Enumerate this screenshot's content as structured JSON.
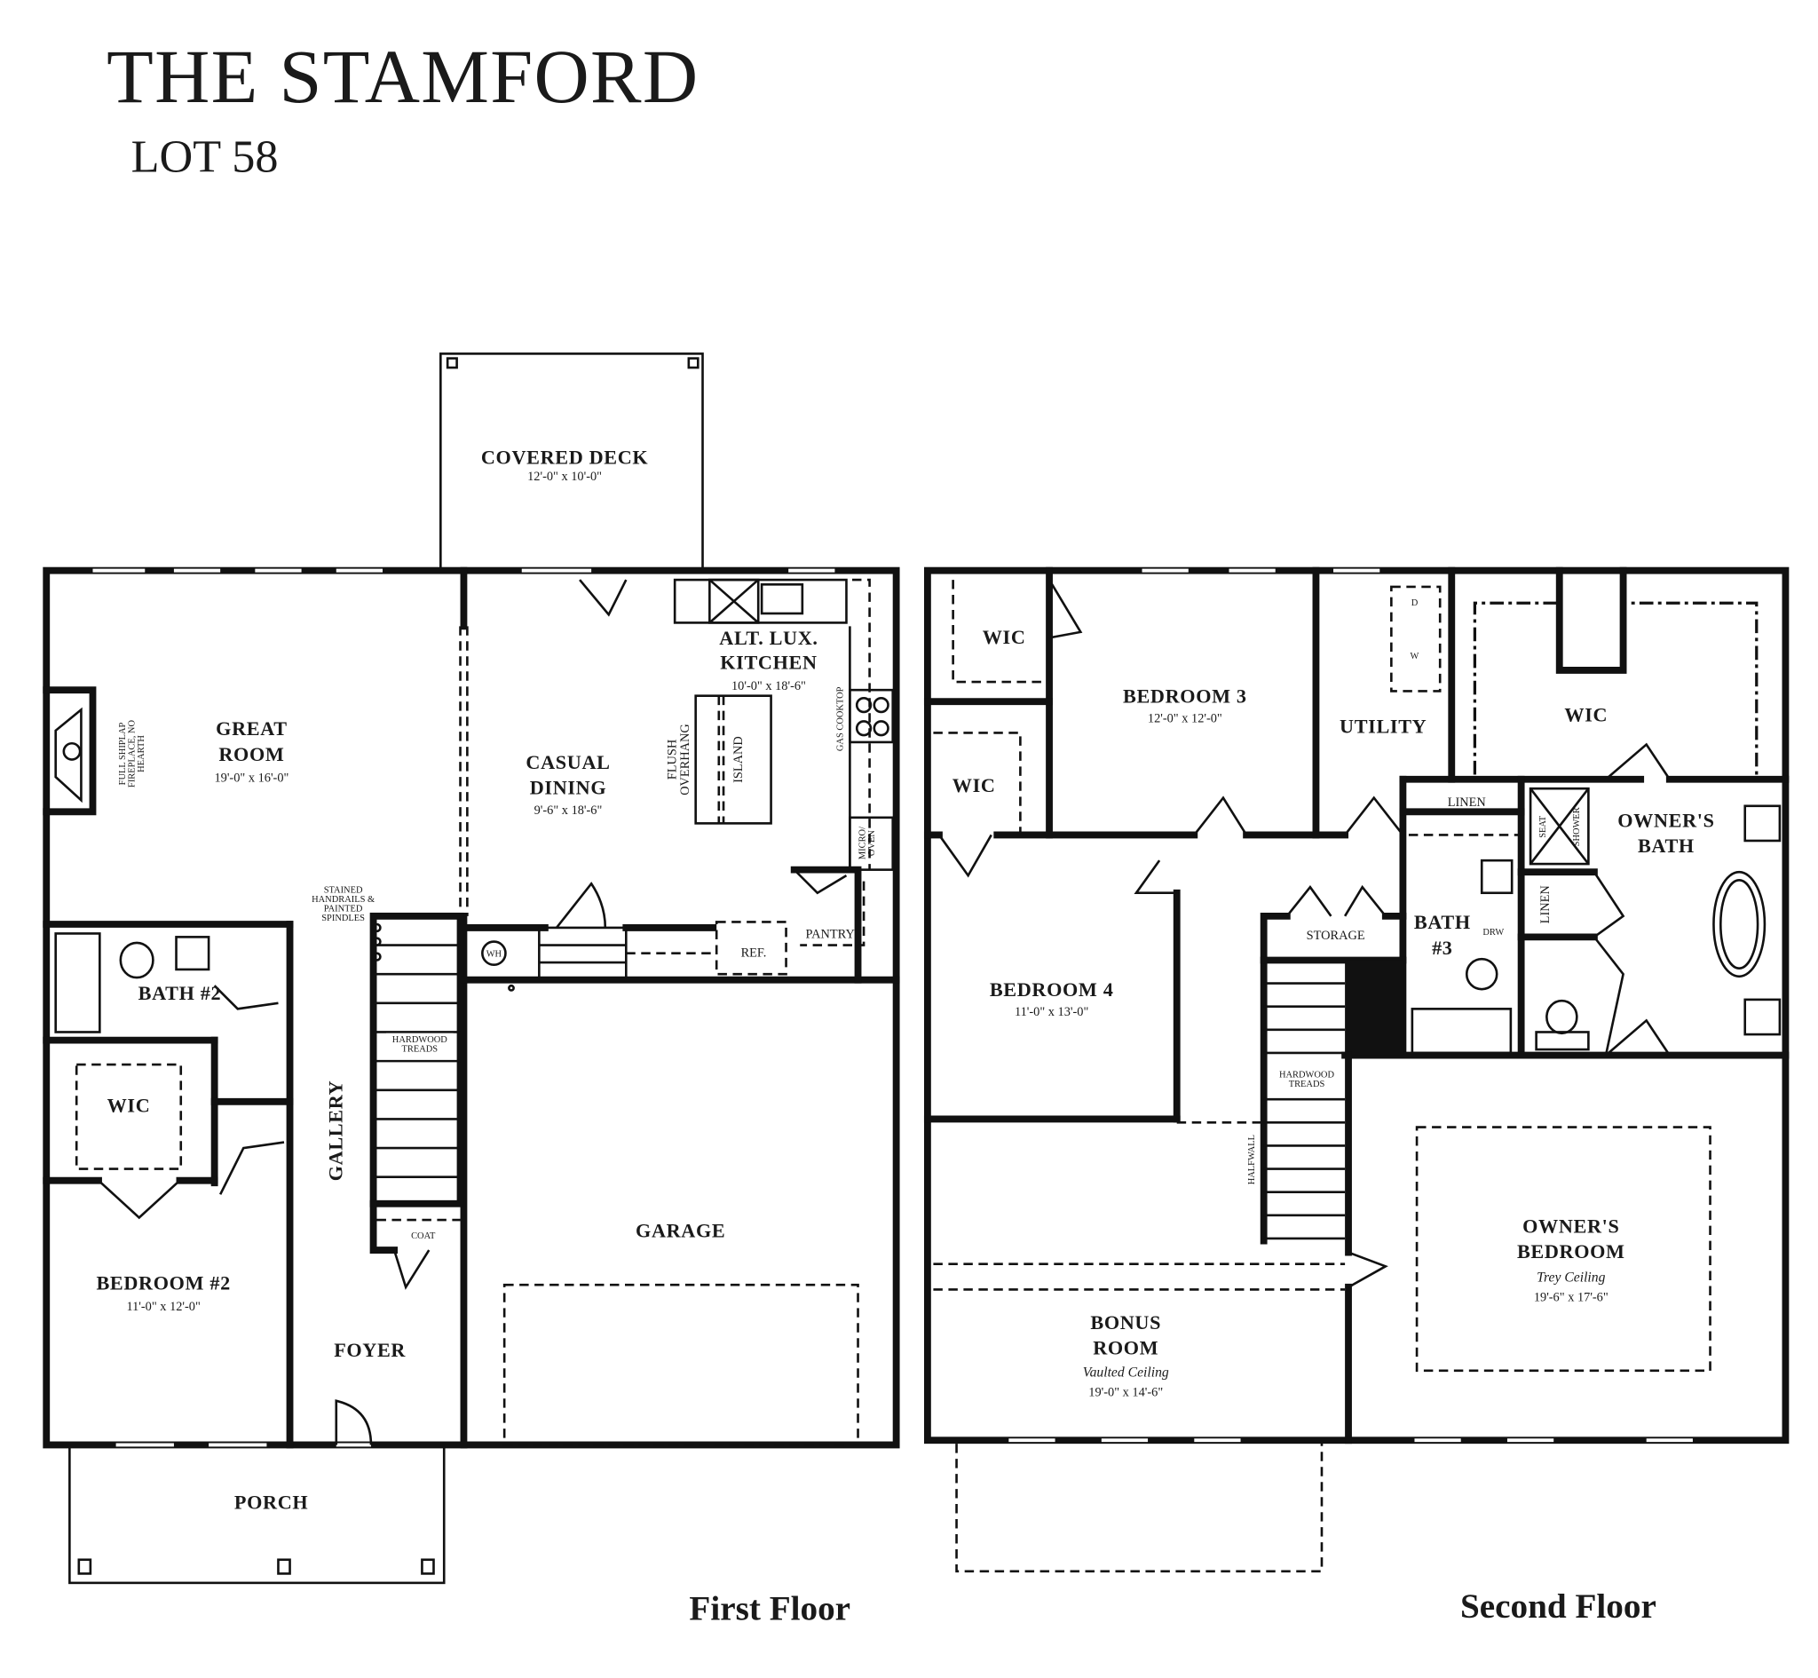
{
  "header": {
    "title": "THE STAMFORD",
    "lot": "LOT 58"
  },
  "first_floor": {
    "caption": "First Floor",
    "covered_deck": {
      "name": "COVERED DECK",
      "dims": "12'-0\" x 10'-0\""
    },
    "great_room": {
      "line1": "GREAT",
      "line2": "ROOM",
      "dims": "19'-0\" x 16'-0\""
    },
    "fireplace_note": [
      "FULL SHIPLAP",
      "FIREPLACE, NO",
      "HEARTH"
    ],
    "casual_dining": {
      "line1": "CASUAL",
      "line2": "DINING",
      "dims": "9'-6\" x 18'-6\""
    },
    "kitchen": {
      "line1": "ALT. LUX.",
      "line2": "KITCHEN",
      "dims": "10'-0\" x 18'-6\""
    },
    "flush_overhang": [
      "FLUSH",
      "OVERHANG"
    ],
    "island": "ISLAND",
    "gas_cooktop": "GAS COOKTOP",
    "micro_oven": [
      "MICRO/",
      "OVEN"
    ],
    "pantry": "PANTRY",
    "ref": "REF.",
    "wh": "WH",
    "handrails_note": [
      "STAINED",
      "HANDRAILS &",
      "PAINTED",
      "SPINDLES"
    ],
    "hardwood_treads": [
      "HARDWOOD",
      "TREADS"
    ],
    "bath2": "BATH #2",
    "wic": "WIC",
    "gallery": "GALLERY",
    "coat": "COAT",
    "bedroom2": {
      "name": "BEDROOM #2",
      "dims": "11'-0\" x 12'-0\""
    },
    "foyer": "FOYER",
    "garage": "GARAGE",
    "porch": "PORCH"
  },
  "second_floor": {
    "caption": "Second Floor",
    "wic_a": "WIC",
    "wic_b": "WIC",
    "bedroom3": {
      "name": "BEDROOM 3",
      "dims": "12'-0\" x 12'-0\""
    },
    "utility": "UTILITY",
    "dryer": "D",
    "washer": "W",
    "owner_wic": "WIC",
    "linen_a": "LINEN",
    "linen_b": "LINEN",
    "seat_shower": [
      "SEAT",
      "SHOWER"
    ],
    "owners_bath": {
      "line1": "OWNER'S",
      "line2": "BATH"
    },
    "bedroom4": {
      "name": "BEDROOM 4",
      "dims": "11'-0\" x 13'-0\""
    },
    "storage": "STORAGE",
    "bath3": {
      "line1": "BATH",
      "line2": "#3"
    },
    "drw": "DRW",
    "hardwood_treads": [
      "HARDWOOD",
      "TREADS"
    ],
    "halfwall": "HALFWALL",
    "owners_bedroom": {
      "line1": "OWNER'S",
      "line2": "BEDROOM",
      "note": "Trey Ceiling",
      "dims": "19'-6\" x 17'-6\""
    },
    "bonus_room": {
      "line1": "BONUS",
      "line2": "ROOM",
      "note": "Vaulted Ceiling",
      "dims": "19'-0\" x 14'-6\""
    }
  }
}
